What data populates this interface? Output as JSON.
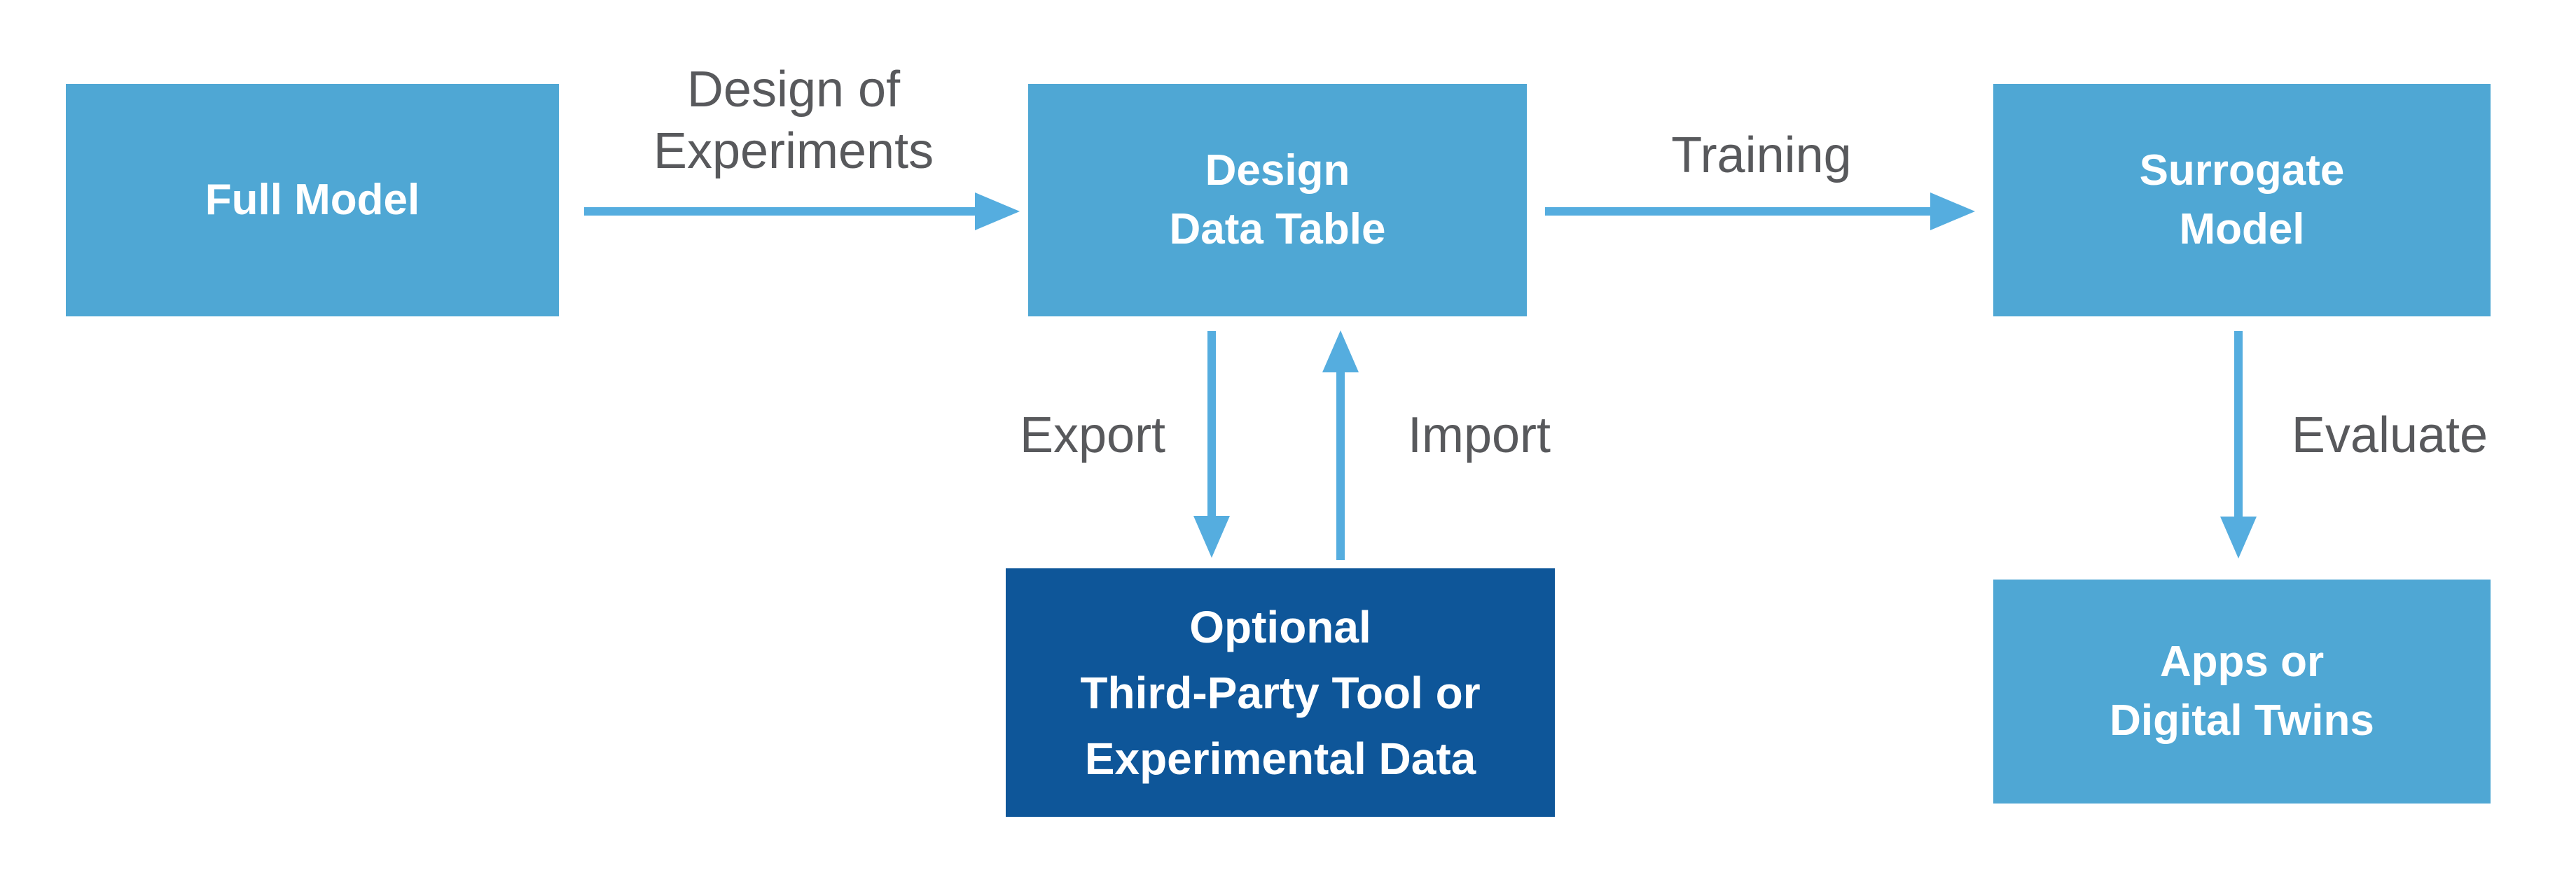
{
  "diagram": {
    "type": "flowchart",
    "background": "#FFFFFF",
    "colors": {
      "node_fill_light": "#4FA7D4",
      "node_fill_dark": "#0E5699",
      "node_text": "#FFFFFF",
      "arrow": "#55ADDF",
      "edge_label_text": "#58595C"
    },
    "nodes": [
      {
        "id": "full-model",
        "lines": [
          "Full Model"
        ]
      },
      {
        "id": "design-data-table",
        "lines": [
          "Design",
          "Data Table"
        ]
      },
      {
        "id": "surrogate-model",
        "lines": [
          "Surrogate",
          "Model"
        ]
      },
      {
        "id": "optional-third-party",
        "lines": [
          "Optional",
          "Third-Party Tool or",
          "Experimental Data"
        ]
      },
      {
        "id": "apps-or-digital-twins",
        "lines": [
          "Apps or",
          "Digital Twins"
        ]
      }
    ],
    "edges": [
      {
        "id": "doe",
        "from": "full-model",
        "to": "design-data-table",
        "direction": "right",
        "label_lines": [
          "Design of",
          "Experiments"
        ]
      },
      {
        "id": "training",
        "from": "design-data-table",
        "to": "surrogate-model",
        "direction": "right",
        "label_lines": [
          "Training"
        ]
      },
      {
        "id": "export",
        "from": "design-data-table",
        "to": "optional-third-party",
        "direction": "down",
        "label_lines": [
          "Export"
        ]
      },
      {
        "id": "import",
        "from": "optional-third-party",
        "to": "design-data-table",
        "direction": "up",
        "label_lines": [
          "Import"
        ]
      },
      {
        "id": "evaluate",
        "from": "surrogate-model",
        "to": "apps-or-digital-twins",
        "direction": "down",
        "label_lines": [
          "Evaluate"
        ]
      }
    ]
  }
}
